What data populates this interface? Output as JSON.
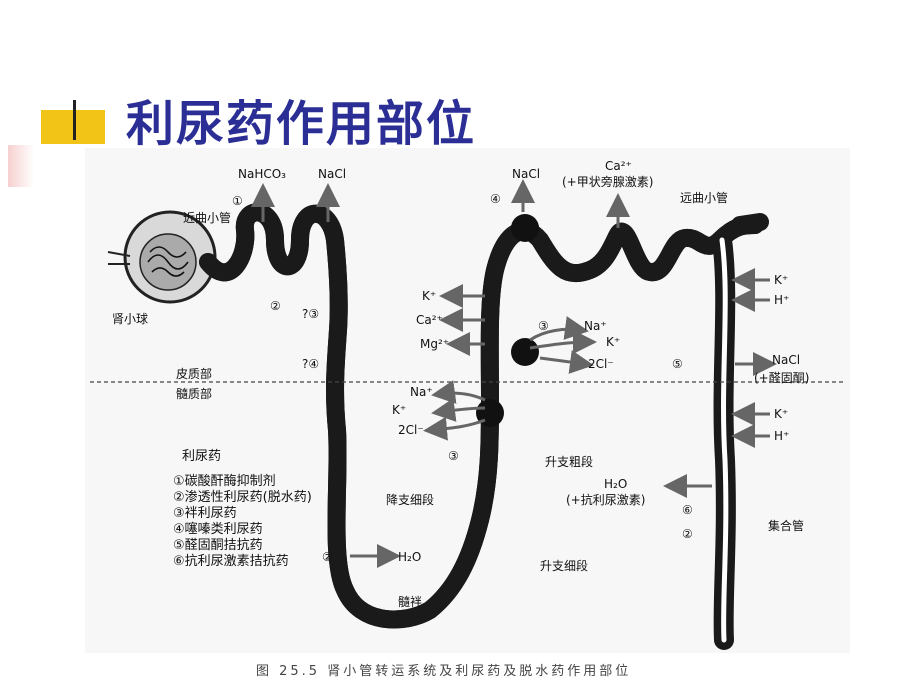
{
  "slide": {
    "title": "利尿药作用部位",
    "caption": "图 25.5   肾小管转运系统及利尿药及脱水药作用部位"
  },
  "labels": {
    "nahco3": "NaHCO₃",
    "nacl_top1": "NaCl",
    "site1": "①",
    "proximal": "近曲小管",
    "glomerulus": "肾小球",
    "site2_top": "②",
    "site3_q": "?③",
    "site4_q": "?④",
    "cortex": "皮质部",
    "medulla": "髓质部",
    "nacl_top2": "NaCl",
    "site4": "④",
    "ca_pth_ion": "Ca²⁺",
    "ca_pth_note": "(+甲状旁腺激素)",
    "distal": "远曲小管",
    "k_left": "K⁺",
    "ca_left": "Ca²⁺",
    "mg_left": "Mg²⁺",
    "site3_upper": "③",
    "na_upper": "Na⁺",
    "k_upper": "K⁺",
    "cl_upper": "2Cl⁻",
    "na_lower": "Na⁺",
    "k_lower": "K⁺",
    "cl_lower": "2Cl⁻",
    "site3_lower": "③",
    "thick_asc": "升支粗段",
    "site5": "⑤",
    "nacl_right": "NaCl",
    "aldo_note": "(+醛固酮)",
    "k_right1": "K⁺",
    "h_right1": "H⁺",
    "k_right2": "K⁺",
    "h_right2": "H⁺",
    "h2o_right": "H₂O",
    "adh_note": "(+抗利尿激素)",
    "site6": "⑥",
    "site2_right": "②",
    "collecting": "集合管",
    "thin_desc": "降支细段",
    "site2_bottom": "②",
    "h2o_bottom": "H₂O",
    "thin_asc": "升支细段",
    "loop": "髓袢"
  },
  "legend": {
    "title": "利尿药",
    "items": [
      "①碳酸酐酶抑制剂",
      "②渗透性利尿药(脱水药)",
      "③袢利尿药",
      "④噻嗪类利尿药",
      "⑤醛固酮拮抗药",
      "⑥抗利尿激素拮抗药"
    ]
  },
  "colors": {
    "title": "#2b2f95",
    "accent_square": "#f2c418",
    "tubule": "#1a1a1a",
    "arrow": "#555555"
  }
}
